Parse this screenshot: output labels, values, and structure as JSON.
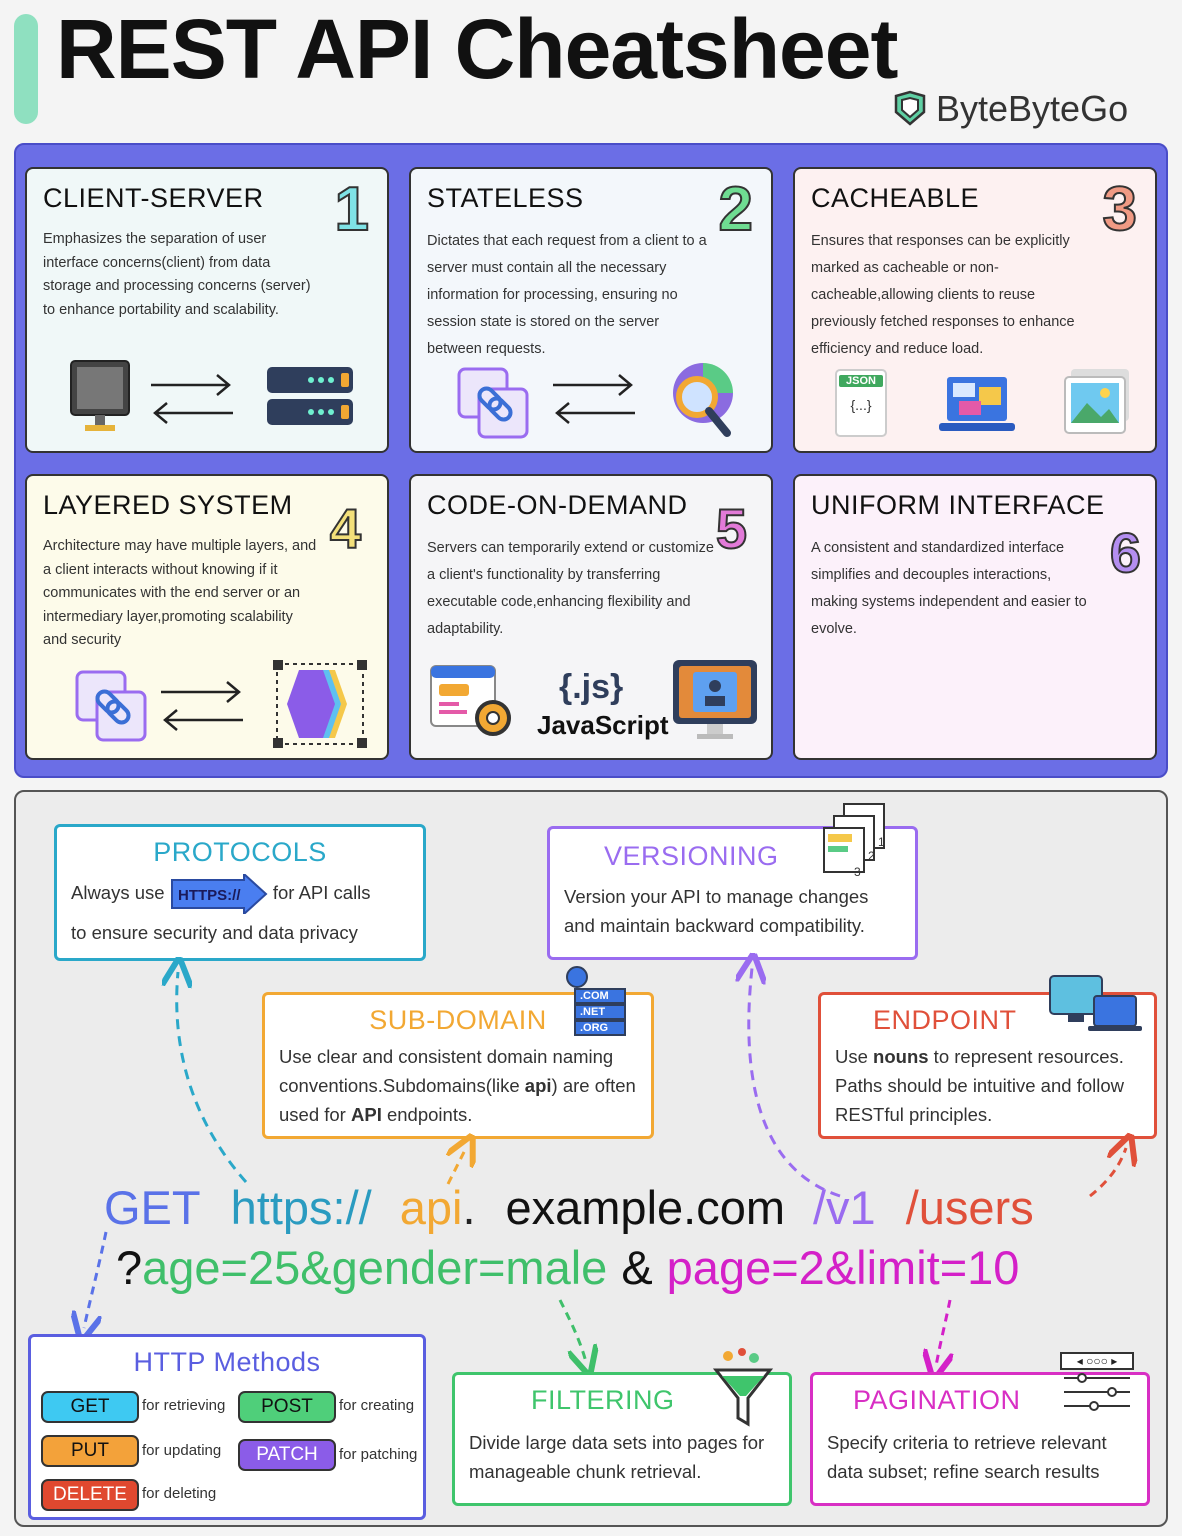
{
  "header": {
    "title": "REST API Cheatsheet",
    "brand": "ByteByteGo"
  },
  "principles": [
    {
      "title": "CLIENT-SERVER",
      "number": "1",
      "text": "Emphasizes the separation of user interface concerns(client) from data storage and processing concerns (server) to enhance portability and scalability.",
      "bg": "#f0f8f8"
    },
    {
      "title": "STATELESS",
      "number": "2",
      "text": "Dictates that each request from a client to a server must contain all the necessary information for processing, ensuring no session state is stored on the server between requests.",
      "bg": "#f3f7fb"
    },
    {
      "title": "CACHEABLE",
      "number": "3",
      "text": "Ensures that responses can be explicitly marked as cacheable or non-cacheable,allowing clients to reuse previously fetched responses to enhance efficiency and reduce load.",
      "bg": "#fdf1f1"
    },
    {
      "title": "LAYERED SYSTEM",
      "number": "4",
      "text": "Architecture may have multiple layers, and a client interacts without knowing if it communicates with the end server or an intermediary layer,promoting scalability and security",
      "bg": "#fdfbea"
    },
    {
      "title": "CODE-ON-DEMAND",
      "number": "5",
      "text": "Servers can temporarily extend or customize a client's functionality by transferring executable code,enhancing flexibility and adaptability.",
      "bg": "#f5f5f7"
    },
    {
      "title": "UNIFORM INTERFACE",
      "number": "6",
      "text": "A consistent and standardized interface simplifies and decouples interactions, making systems independent and easier to evolve.",
      "bg": "#fcf1fa"
    }
  ],
  "icons": {
    "json_badge": "JSON",
    "json_body": "{...}",
    "js_logo": "{.js}",
    "js_name": "JavaScript",
    "https_badge": "HTTPS://",
    "domain_com": ".COM",
    "domain_net": ".NET",
    "domain_org": ".ORG",
    "pagination_dots": "◂ ○○○ ▸"
  },
  "protocols": {
    "title": "PROTOCOLS",
    "text_before": "Always use",
    "text_after": "for API calls",
    "text_line2": "to ensure security and data privacy"
  },
  "versioning": {
    "title": "VERSIONING",
    "text": "Version your API to manage changes and maintain backward compatibility."
  },
  "subdomain": {
    "title": "SUB-DOMAIN",
    "text_a": "Use clear and consistent domain naming conventions.Subdomains(like ",
    "bold_a": "api",
    "text_b": ") are often used for ",
    "bold_b": "API",
    "text_c": " endpoints."
  },
  "endpoint": {
    "title": "ENDPOINT",
    "text_a": "Use ",
    "bold": "nouns",
    "text_b": " to represent resources. Paths should be intuitive and follow RESTful principles."
  },
  "url": {
    "method": "GET",
    "scheme": "https://",
    "sub": "api",
    "sub_dot": ".",
    "domain": "example.com",
    "version": "/v1",
    "resource": "/users",
    "query_mark": "?",
    "filter": "age=25&gender=male",
    "amp": "&",
    "paging": "page=2&limit=10"
  },
  "http_methods": {
    "title": "HTTP Methods",
    "items": [
      {
        "method": "GET",
        "desc": "for retrieving",
        "color": "#3ec9f2"
      },
      {
        "method": "POST",
        "desc": "for creating",
        "color": "#4fcf7a"
      },
      {
        "method": "PUT",
        "desc": "for updating",
        "color": "#f3a23a"
      },
      {
        "method": "PATCH",
        "desc": "for patching",
        "color": "#8b5ce8"
      },
      {
        "method": "DELETE",
        "desc": "for deleting",
        "color": "#e0482f"
      }
    ]
  },
  "filtering": {
    "title": "FILTERING",
    "text": "Divide large data sets into pages for manageable chunk retrieval."
  },
  "pagination": {
    "title": "PAGINATION",
    "text": "Specify criteria to retrieve relevant data subset; refine search results"
  },
  "colors": {
    "protocols": "#2aa8c9",
    "versioning": "#9a6cf0",
    "subdomain": "#f2a833",
    "endpoint": "#e0503a",
    "http_methods": "#5a5ee0",
    "filtering": "#3fc56c",
    "pagination": "#d82fc4",
    "method_get": "#5a72e8",
    "scheme": "#2a9bc0",
    "filter_text": "#3fbf6a",
    "paging_text": "#d420c8"
  }
}
